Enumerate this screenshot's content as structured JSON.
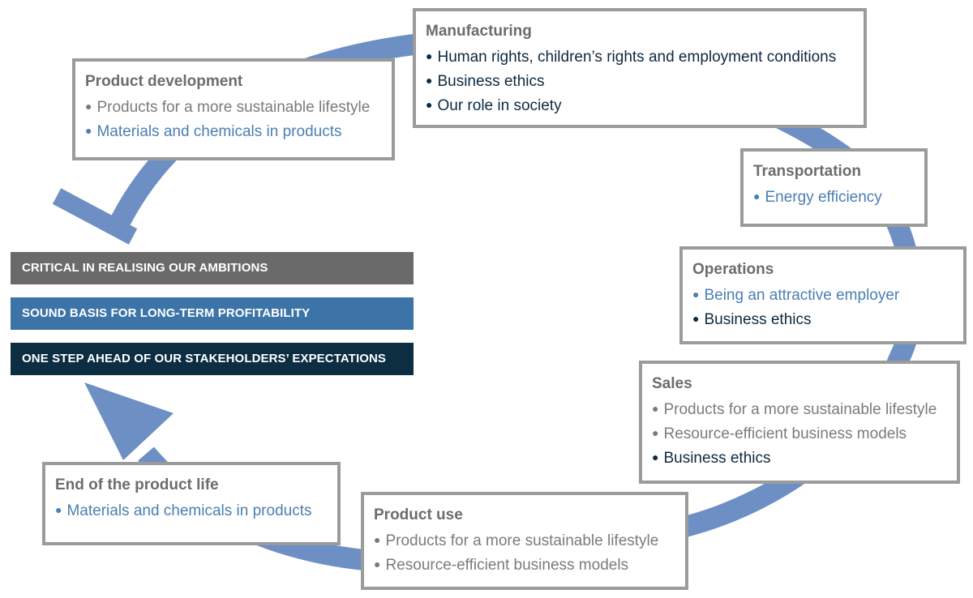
{
  "colors": {
    "ring": "#6d8fc4",
    "box_border": "#9b9b9b",
    "title": "#6c6c6c",
    "gray_item": "#7b7b7b",
    "blue_item": "#4a7fb2",
    "navy_item": "#0e2940",
    "banner_1": "#6a6a6b",
    "banner_2": "#3c74a8",
    "banner_3": "#0c2d42"
  },
  "icons": {
    "arrow_head": "arrow-head-icon",
    "stop_bar": "stop-bar-icon",
    "bullet": "bullet-dot-icon"
  },
  "bullet_glyph": "●",
  "stages": {
    "manufacturing": {
      "title": "Manufacturing",
      "items": [
        {
          "text": "Human rights, children’s rights and employment conditions",
          "tone": "navy"
        },
        {
          "text": "Business ethics",
          "tone": "navy"
        },
        {
          "text": "Our role in society",
          "tone": "navy"
        }
      ]
    },
    "product_development": {
      "title": "Product development",
      "items": [
        {
          "text": "Products for a more sustainable lifestyle",
          "tone": "gray"
        },
        {
          "text": "Materials and chemicals in products",
          "tone": "blue"
        }
      ]
    },
    "transportation": {
      "title": "Transportation",
      "items": [
        {
          "text": "Energy efficiency",
          "tone": "blue"
        }
      ]
    },
    "operations": {
      "title": "Operations",
      "items": [
        {
          "text": "Being an attractive employer",
          "tone": "blue"
        },
        {
          "text": "Business ethics",
          "tone": "navy"
        }
      ]
    },
    "sales": {
      "title": "Sales",
      "items": [
        {
          "text": "Products for a more sustainable lifestyle",
          "tone": "gray"
        },
        {
          "text": "Resource-efficient business models",
          "tone": "gray"
        },
        {
          "text": "Business ethics",
          "tone": "navy"
        }
      ]
    },
    "product_use": {
      "title": "Product use",
      "items": [
        {
          "text": "Products for a more sustainable lifestyle",
          "tone": "gray"
        },
        {
          "text": "Resource-efficient business models",
          "tone": "gray"
        }
      ]
    },
    "end_of_life": {
      "title": "End of the product life",
      "items": [
        {
          "text": "Materials and chemicals in products",
          "tone": "blue"
        }
      ]
    }
  },
  "banners": [
    {
      "text": "CRITICAL IN REALISING OUR AMBITIONS"
    },
    {
      "text": "SOUND BASIS FOR LONG-TERM PROFITABILITY"
    },
    {
      "text": "ONE STEP AHEAD OF OUR STAKEHOLDERS’ EXPECTATIONS"
    }
  ]
}
